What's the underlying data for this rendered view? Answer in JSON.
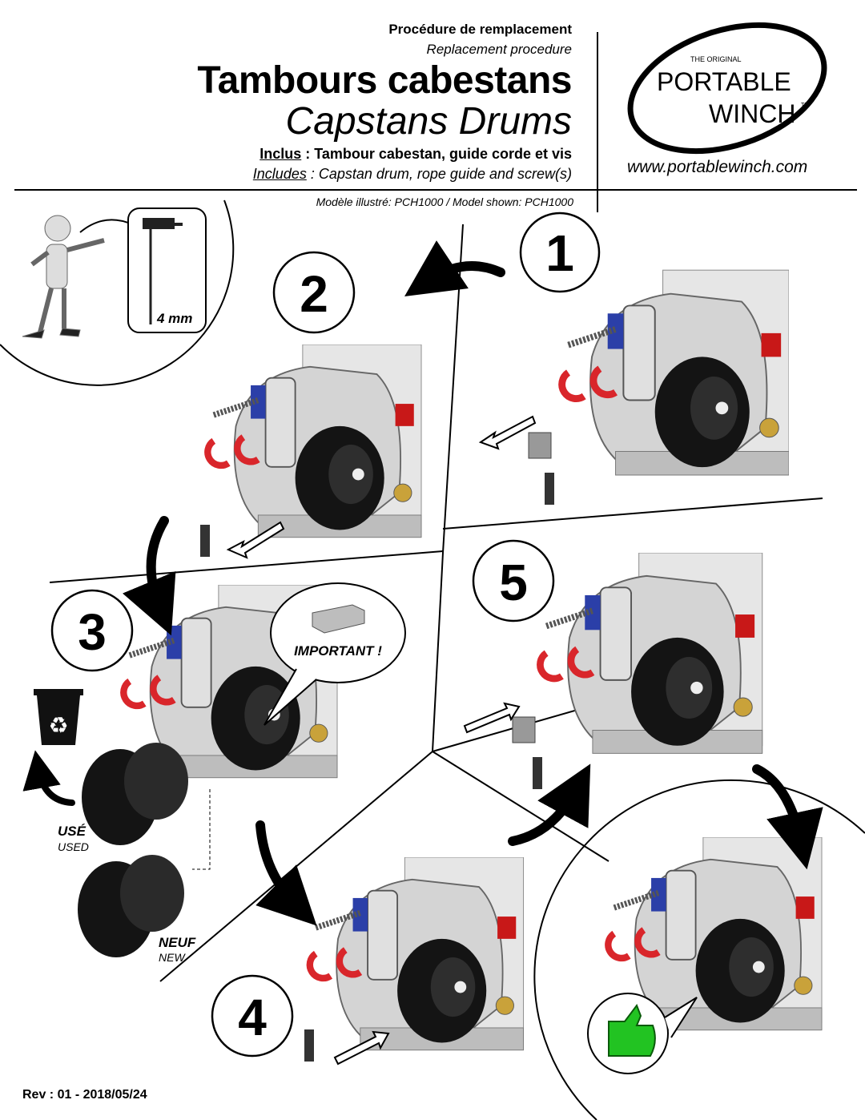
{
  "header": {
    "subtitle_fr": "Procédure de remplacement",
    "subtitle_en": "Replacement procedure",
    "title_fr": "Tambours cabestans",
    "title_en": "Capstans Drums",
    "includes_fr_label": "Inclus",
    "includes_fr_text": " : Tambour cabestan, guide corde et vis",
    "includes_en_label": "Includes",
    "includes_en_text": " : Capstan drum, rope guide and screw(s)",
    "model": "Modèle illustré: PCH1000 / Model shown: PCH1000"
  },
  "logo": {
    "small": "THE ORIGINAL",
    "line1": "PORTABLE",
    "line2": "WINCH",
    "tm": "TM",
    "url": "www.portablewinch.com"
  },
  "tool": {
    "size": "4 mm"
  },
  "steps": [
    "1",
    "2",
    "3",
    "4",
    "5"
  ],
  "labels": {
    "important": "IMPORTANT !",
    "used_fr": "USÉ",
    "used_en": "USED",
    "new_fr": "NEUF",
    "new_en": "NEW"
  },
  "footer": {
    "revision": "Rev : 01 - 2018/05/24"
  },
  "colors": {
    "hook": "#d9262b",
    "block": "#2b3fa8",
    "drum": "#141414",
    "body": "#d4d4d4",
    "thumb": "#22c322"
  }
}
